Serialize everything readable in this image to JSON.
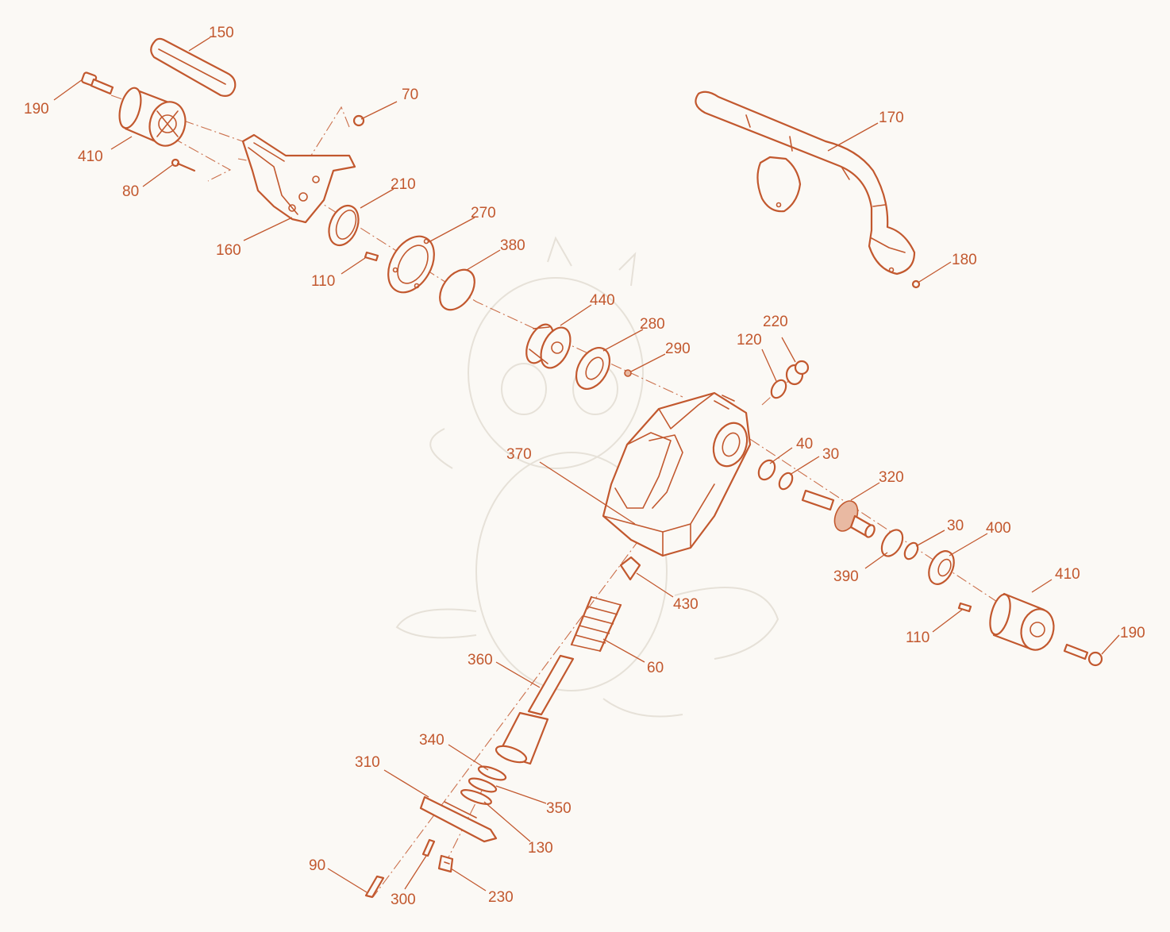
{
  "colors": {
    "line": "#c2582e",
    "background": "#fbf9f5",
    "watermark": "#e6e1d8"
  },
  "callouts": {
    "c150": "150",
    "c190a": "190",
    "c70": "70",
    "c410a": "410",
    "c80": "80",
    "c210": "210",
    "c170": "170",
    "c160": "160",
    "c270": "270",
    "c380": "380",
    "c110a": "110",
    "c180": "180",
    "c440": "440",
    "c280": "280",
    "c220": "220",
    "c120": "120",
    "c290": "290",
    "c370": "370",
    "c40": "40",
    "c30a": "30",
    "c320": "320",
    "c30b": "30",
    "c400": "400",
    "c410b": "410",
    "c390": "390",
    "c430": "430",
    "c110b": "110",
    "c190b": "190",
    "c360": "360",
    "c60": "60",
    "c340": "340",
    "c310": "310",
    "c350": "350",
    "c130": "130",
    "c90": "90",
    "c300": "300",
    "c230": "230"
  }
}
